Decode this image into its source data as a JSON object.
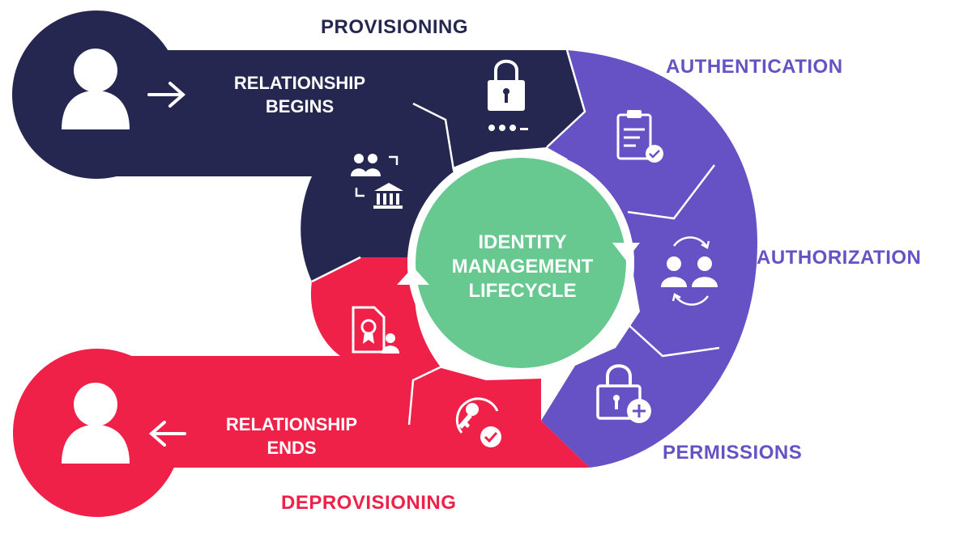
{
  "stages": {
    "provisioning": "PROVISIONING",
    "authentication": "AUTHENTICATION",
    "authorization": "AUTHORIZATION",
    "permissions": "PERMISSIONS",
    "deprovisioning": "DEPROVISIONING"
  },
  "relationship_begins": [
    "RELATIONSHIP",
    "BEGINS"
  ],
  "relationship_ends": [
    "RELATIONSHIP",
    "ENDS"
  ],
  "center": [
    "IDENTITY",
    "MANAGEMENT",
    "LIFECYCLE"
  ],
  "colors": {
    "navy": "#252750",
    "purple": "#6652c4",
    "red": "#ef2148",
    "green": "#67c98f",
    "white": "#ffffff"
  },
  "icons": {
    "user_left_top": "user-icon",
    "arrow_right": "arrow-right-icon",
    "padlock": "padlock-password-icon",
    "people_bank": "people-bank-icon",
    "clipboard": "clipboard-check-icon",
    "user_swap": "user-swap-icon",
    "lock_plus": "lock-plus-icon",
    "certificate": "certificate-user-icon",
    "key_check": "key-check-icon",
    "user_left_bottom": "user-icon",
    "arrow_left": "arrow-left-icon"
  }
}
